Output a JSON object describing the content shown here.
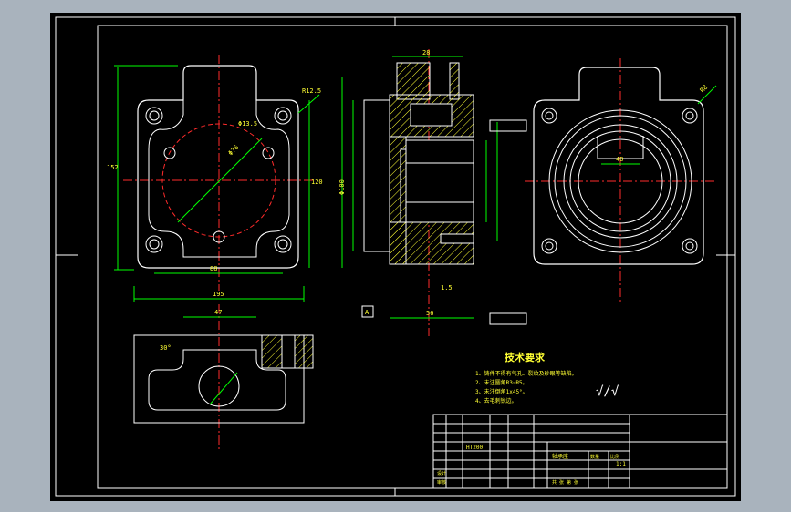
{
  "colors": {
    "background": "#a9b3bd",
    "canvas": "#000000",
    "outline": "#ffffff",
    "dimension": "#00ff00",
    "centerline": "#ff2b2b",
    "hatch": "#ffff33",
    "text": "#ffff33",
    "cyan": "#00ffff"
  },
  "drawing": {
    "tech_title": "技术要求",
    "tech_notes": [
      "1、铸件不得有气孔、裂纹及砂眼等缺陷。",
      "2、未注圆角R3~R5。",
      "3、未注倒角1x45°。",
      "4、去毛刺锐边。"
    ],
    "roughness_mark": "√/√"
  },
  "dimensions": {
    "front_width": "195",
    "front_inner": "88",
    "front_height": "152",
    "front_side": "120",
    "bolt_circle": "Φ76",
    "hole_dia": "Φ13.5",
    "corner_r": "R12.5",
    "sec_top": "28",
    "sec_width": "56",
    "sec_small": "1.5",
    "sec_bore": "Φ100",
    "sec_tol_ref": "A",
    "side_r": "R8",
    "side_inner": "40",
    "bottom_w": "47",
    "bottom_angle": "30°"
  },
  "title_block": {
    "material": "HT200",
    "scale": "1:1",
    "part_name": "轴承座",
    "drawn_label": "设计",
    "check_label": "审核",
    "qty_label": "数量",
    "scale_label": "比例",
    "sheet_label": "共 张 第 张"
  }
}
